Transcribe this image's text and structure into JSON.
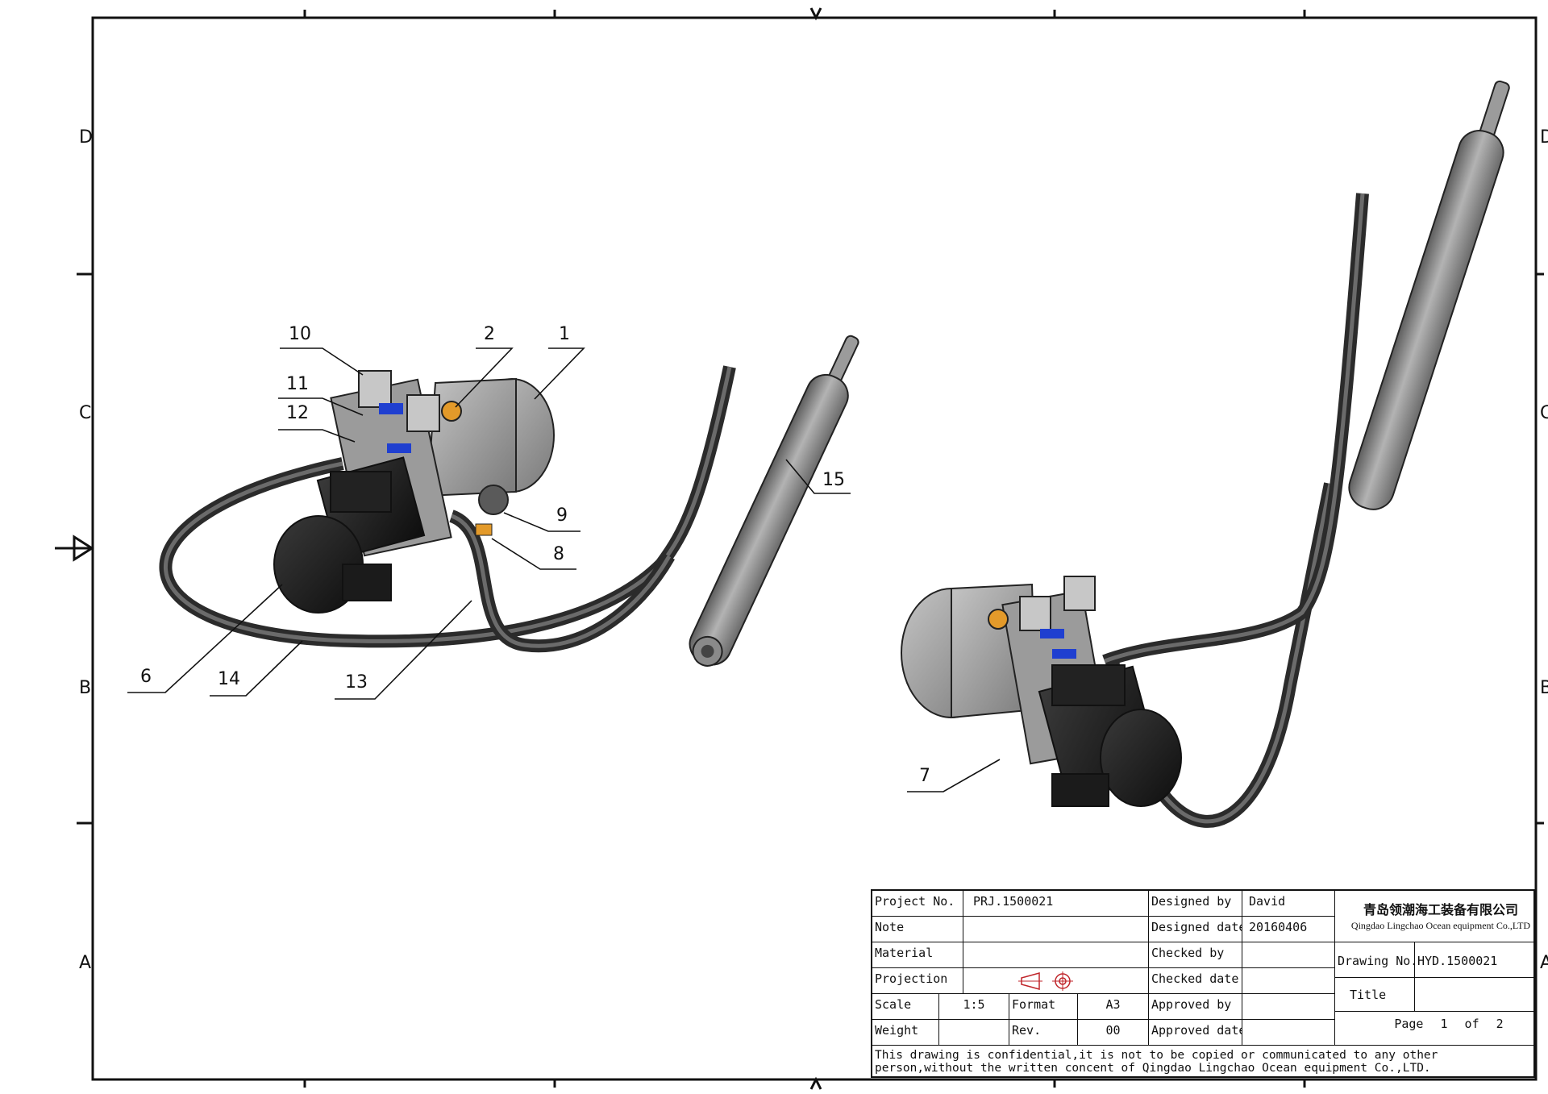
{
  "zones": {
    "rows": [
      "D",
      "C",
      "B",
      "A"
    ],
    "row_right_partial": [
      "D",
      "C",
      "B",
      "A"
    ]
  },
  "callouts": [
    "10",
    "2",
    "1",
    "11",
    "12",
    "15",
    "9",
    "8",
    "6",
    "14",
    "13",
    "7"
  ],
  "title_block": {
    "project_no_label": "Project No.",
    "project_no_value": "PRJ.1500021",
    "note_label": "Note",
    "material_label": "Material",
    "projection_label": "Projection",
    "scale_label": "Scale",
    "scale_value": "1:5",
    "format_label": "Format",
    "format_value": "A3",
    "weight_label": "Weight",
    "rev_label": "Rev.",
    "rev_value": "00",
    "designed_by_label": "Designed by",
    "designed_by_value": "David",
    "designed_date_label": "Designed date",
    "designed_date_value": "20160406",
    "checked_by_label": "Checked by",
    "checked_date_label": "Checked date",
    "approved_by_label": "Approved by",
    "approved_date_label": "Approved date",
    "company_cn": "青岛领潮海工装备有限公司",
    "company_en": "Qingdao Lingchao Ocean equipment Co.,LTD",
    "drawing_no_label": "Drawing No.",
    "drawing_no_value": "HYD.1500021",
    "title_label": "Title",
    "page_label": "Page",
    "page_current": "1",
    "page_of": "of",
    "page_total": "2",
    "notice": "This drawing is confidential,it is not to be copied or communicated to any other person,without the written concent of Qingdao Lingchao Ocean equipment Co.,LTD."
  },
  "colors": {
    "line": "#111111",
    "body_gray": "#8a8a8a",
    "dark": "#1e1e1e",
    "accent_orange": "#e39a2a",
    "accent_blue": "#1f3fd0",
    "projection_red": "#c0262b"
  }
}
